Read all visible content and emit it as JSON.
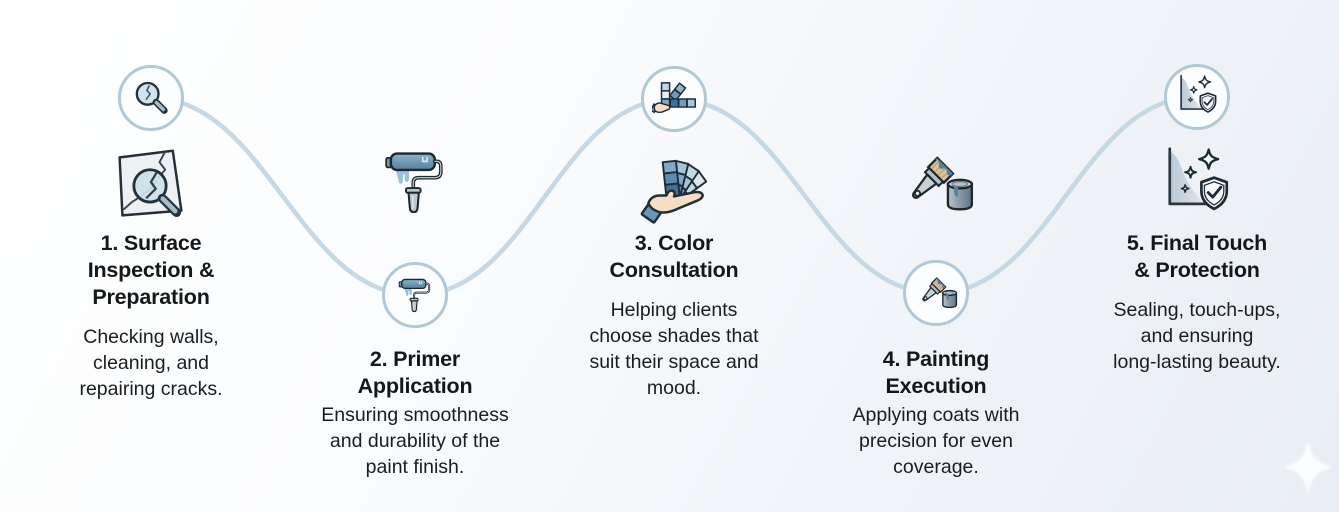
{
  "diagram_type": "process-timeline",
  "steps": [
    {
      "title": "1. Surface\nInspection &\nPreparation",
      "description": "Checking walls,\ncleaning, and\nrepairing cracks.",
      "node_icon": "magnifier-icon",
      "detail_icon": "wall-crack-magnifier-icon"
    },
    {
      "title": "2. Primer\nApplication",
      "description": "Ensuring smoothness\nand durability of the\npaint finish.",
      "node_icon": "paint-roller-icon",
      "detail_icon": "paint-roller-icon"
    },
    {
      "title": "3. Color\nConsultation",
      "description": "Helping clients\nchoose shades that\nsuit their space and\nmood.",
      "node_icon": "color-swatches-icon",
      "detail_icon": "hand-color-fan-icon"
    },
    {
      "title": "4. Painting\nExecution",
      "description": "Applying coats with\nprecision for even\ncoverage.",
      "node_icon": "paintbrush-bucket-icon",
      "detail_icon": "paintbrush-bucket-icon"
    },
    {
      "title": "5. Final Touch\n& Protection",
      "description": "Sealing, touch-ups,\nand ensuring\nlong-lasting beauty.",
      "node_icon": "shield-sparkle-icon",
      "detail_icon": "shield-sparkle-icon"
    }
  ],
  "colors": {
    "connector_line": "#c6d8e3",
    "node_border": "#b2c8d7",
    "node_fill": "#fbfdfe",
    "text": "#15181a",
    "background_top_left": "#fefeff",
    "background_bottom_right": "#e9eef4",
    "icon_outline": "#1d2730",
    "icon_blue": "#6f9cbd"
  },
  "decorations": [
    "sparkle-bottom-right"
  ]
}
